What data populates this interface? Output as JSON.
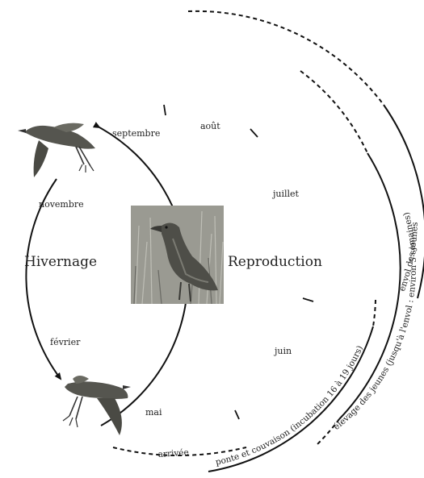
{
  "labels": {
    "hivernage": "Hivernage",
    "reproduction": "Reproduction"
  },
  "months": {
    "aout": "août",
    "septembre": "septembre",
    "juillet": "juillet",
    "novembre": "novembre",
    "fevrier": "février",
    "juin": "juin",
    "mai": "mai"
  },
  "phases": {
    "arrivee": "arrivée",
    "ponte": "ponte et couvaison (incubation 16 à 19 jours)",
    "elevage": "élevage des jeunes (jusqu'à l'envol : environ 5 semaines)",
    "envol": "envol des jeunes"
  },
  "icons": {
    "bird_top": "flying-bird",
    "bird_bottom": "flying-bird",
    "photo": "corncrake-photo"
  },
  "colors": {
    "line": "#111111",
    "photo_grass": "#8a8a80",
    "bird_body": "#5a5a55"
  }
}
